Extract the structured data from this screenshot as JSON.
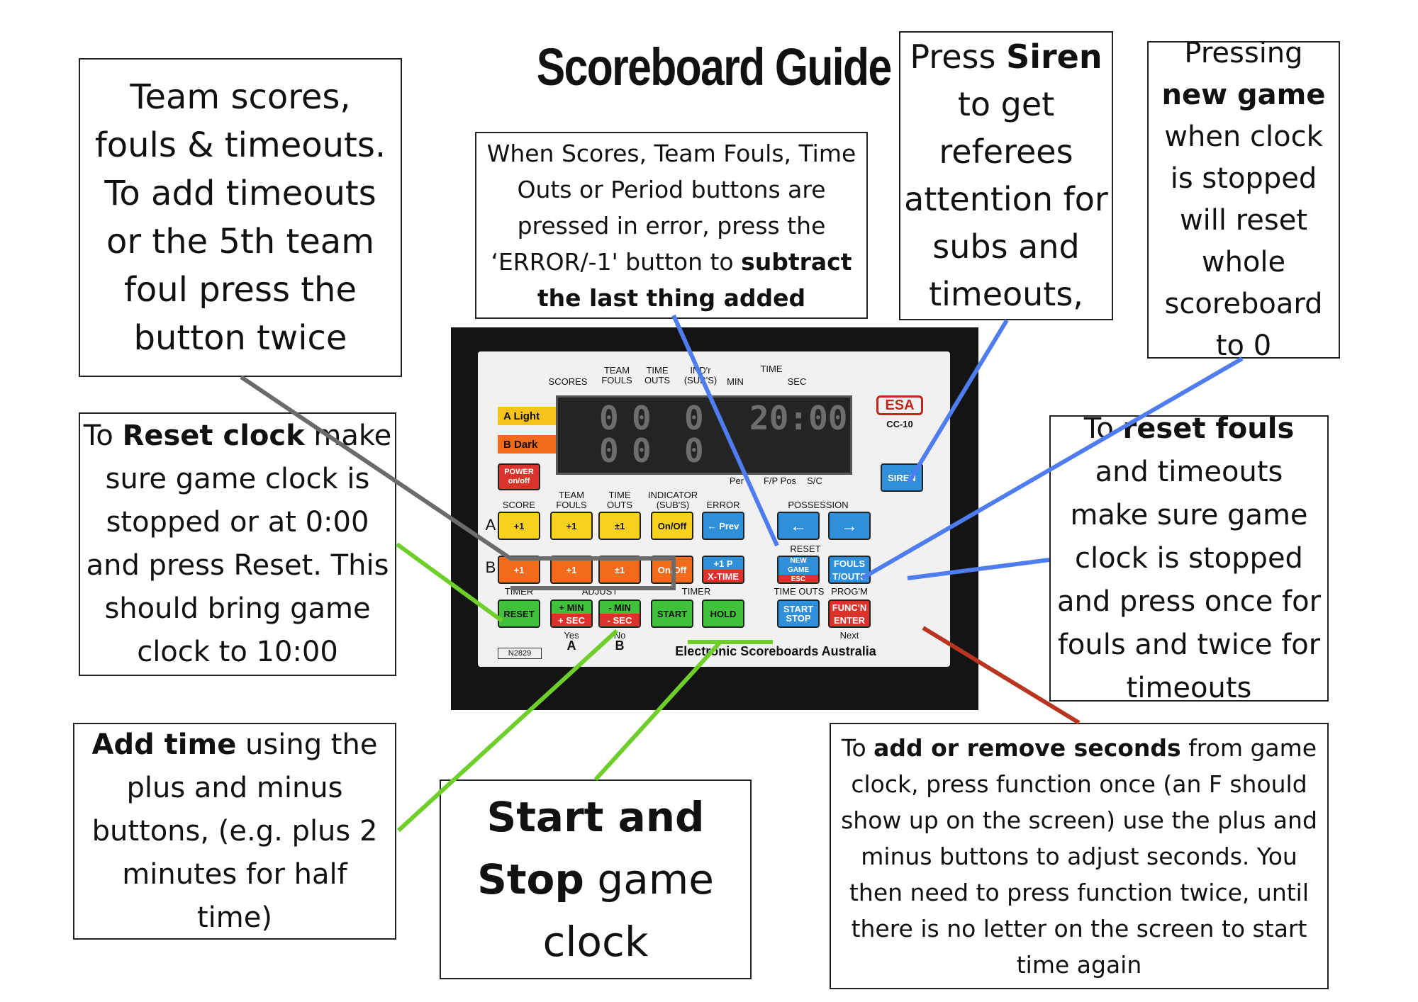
{
  "title": "Scoreboard Guide",
  "notes": {
    "team_scores": "Team scores, fouls & timeouts. To add timeouts or the 5th team foul press the button twice",
    "error_pre": "When Scores, Team Fouls, Time Outs or Period buttons are pressed in error, press the ‘ERROR/-1' button to",
    "error_bold": "subtract the last thing added",
    "siren_pre": "Press",
    "siren_bold": "Siren",
    "siren_post": "to get referees attention for subs and timeouts,",
    "newgame_pre": "Pressing",
    "newgame_bold": "new game",
    "newgame_post": "when clock is stopped will reset whole scoreboard to 0",
    "reset_clock_pre": "To",
    "reset_clock_bold": "Reset clock",
    "reset_clock_post": "make sure game clock is stopped or at 0:00 and press Reset. This should bring game clock to 10:00",
    "reset_fouls_pre": "To",
    "reset_fouls_bold": "reset fouls",
    "reset_fouls_post": "and timeouts make sure game clock is stopped and press once for fouls and twice for timeouts",
    "add_time_bold": "Add time",
    "add_time_post": "using the plus and minus buttons, (e.g. plus 2 minutes for half time)",
    "start_stop_bold1": "Start and",
    "start_stop_bold2": "Stop",
    "start_stop_post": "game clock",
    "seconds_pre": "To",
    "seconds_bold": "add or remove seconds",
    "seconds_post": "from game clock, press function once (an F should show up on the screen) use the plus and minus buttons to adjust seconds. You then need to press function twice, until there is no letter on the screen to start time again"
  },
  "device": {
    "header": {
      "scores": "SCORES",
      "team_fouls": "TEAM FOULS",
      "time_outs": "TIME OUTS",
      "ind": "IND'r (SUB'S)",
      "time": "TIME",
      "min": "MIN",
      "sec": "SEC"
    },
    "a_light": "A Light",
    "b_dark": "B Dark",
    "brand": "ESA",
    "model": "CC-10",
    "display": {
      "row_a": [
        "0",
        "0",
        "0"
      ],
      "row_b": [
        "0",
        "0",
        "0"
      ],
      "time": "20:00"
    },
    "lcd_labels": {
      "per": "Per",
      "fp": "F/P Pos",
      "sc": "S/C"
    },
    "buttons": {
      "power": "POWER on/off",
      "siren": "SIREN",
      "a_score": "+1",
      "a_fouls": "+1",
      "a_timeouts": "±1",
      "a_ind": "On/Off",
      "error": "← Prev",
      "poss_left": "←",
      "poss_right": "→",
      "b_score": "+1",
      "b_fouls": "+1",
      "b_timeouts": "±1",
      "b_ind": "On/Off",
      "period_top": "+1 P",
      "period_bottom": "X-TIME",
      "newgame_top": "NEW GAME",
      "newgame_bottom": "ESC",
      "fouls_top": "FOULS",
      "fouls_bottom": "T/OUTS",
      "reset": "RESET",
      "plus_top": "+ MIN",
      "plus_bottom": "+ SEC",
      "minus_top": "- MIN",
      "minus_bottom": "- SEC",
      "start": "START",
      "hold": "HOLD",
      "startstop": "START STOP",
      "func_top": "FUNC'N",
      "func_bottom": "ENTER"
    },
    "row_labels": {
      "score": "SCORE",
      "team_fouls": "TEAM FOULS",
      "time_outs": "TIME OUTS",
      "indicator": "INDICATOR (SUB'S)",
      "error": "ERROR",
      "possession": "POSSESSION",
      "reset": "RESET",
      "a": "A",
      "b": "B",
      "timer": "TIMER",
      "adjust": "ADJUST",
      "timer2": "TIMER",
      "time_outs2": "TIME OUTS",
      "progm": "PROG'M",
      "yes": "Yes",
      "no": "No",
      "yes_a": "A",
      "no_b": "B",
      "next": "Next",
      "model_no": "N2829",
      "footer": "Electronic Scoreboards Australia"
    }
  },
  "colors": {
    "gray_line": "#6b6b6b",
    "blue_line": "#4f7df0",
    "green_line": "#6fcf2a",
    "red_line": "#b8361f"
  }
}
